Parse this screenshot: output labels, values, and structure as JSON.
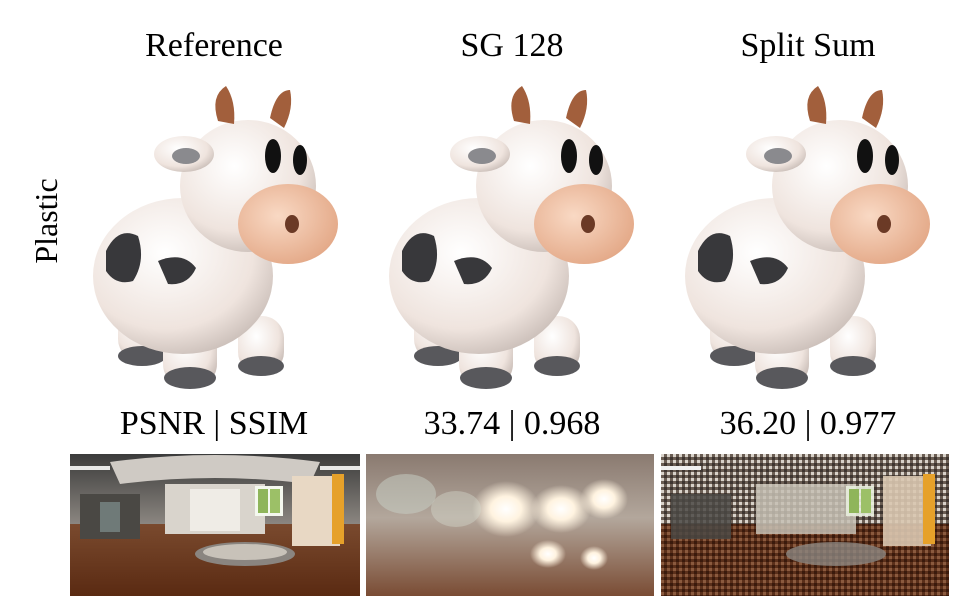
{
  "columns": [
    {
      "title": "Reference",
      "metric": "PSNR | SSIM"
    },
    {
      "title": "SG 128",
      "metric": "33.74 | 0.968"
    },
    {
      "title": "Split Sum",
      "metric": "36.20 | 0.977"
    }
  ],
  "row_label": "Plastic",
  "colors": {
    "cow_body": "#f4ebe6",
    "muzzle": "#f2c1a4",
    "horn": "#a8643f",
    "spot": "#3a3a3c",
    "hoof": "#4e4e52"
  }
}
